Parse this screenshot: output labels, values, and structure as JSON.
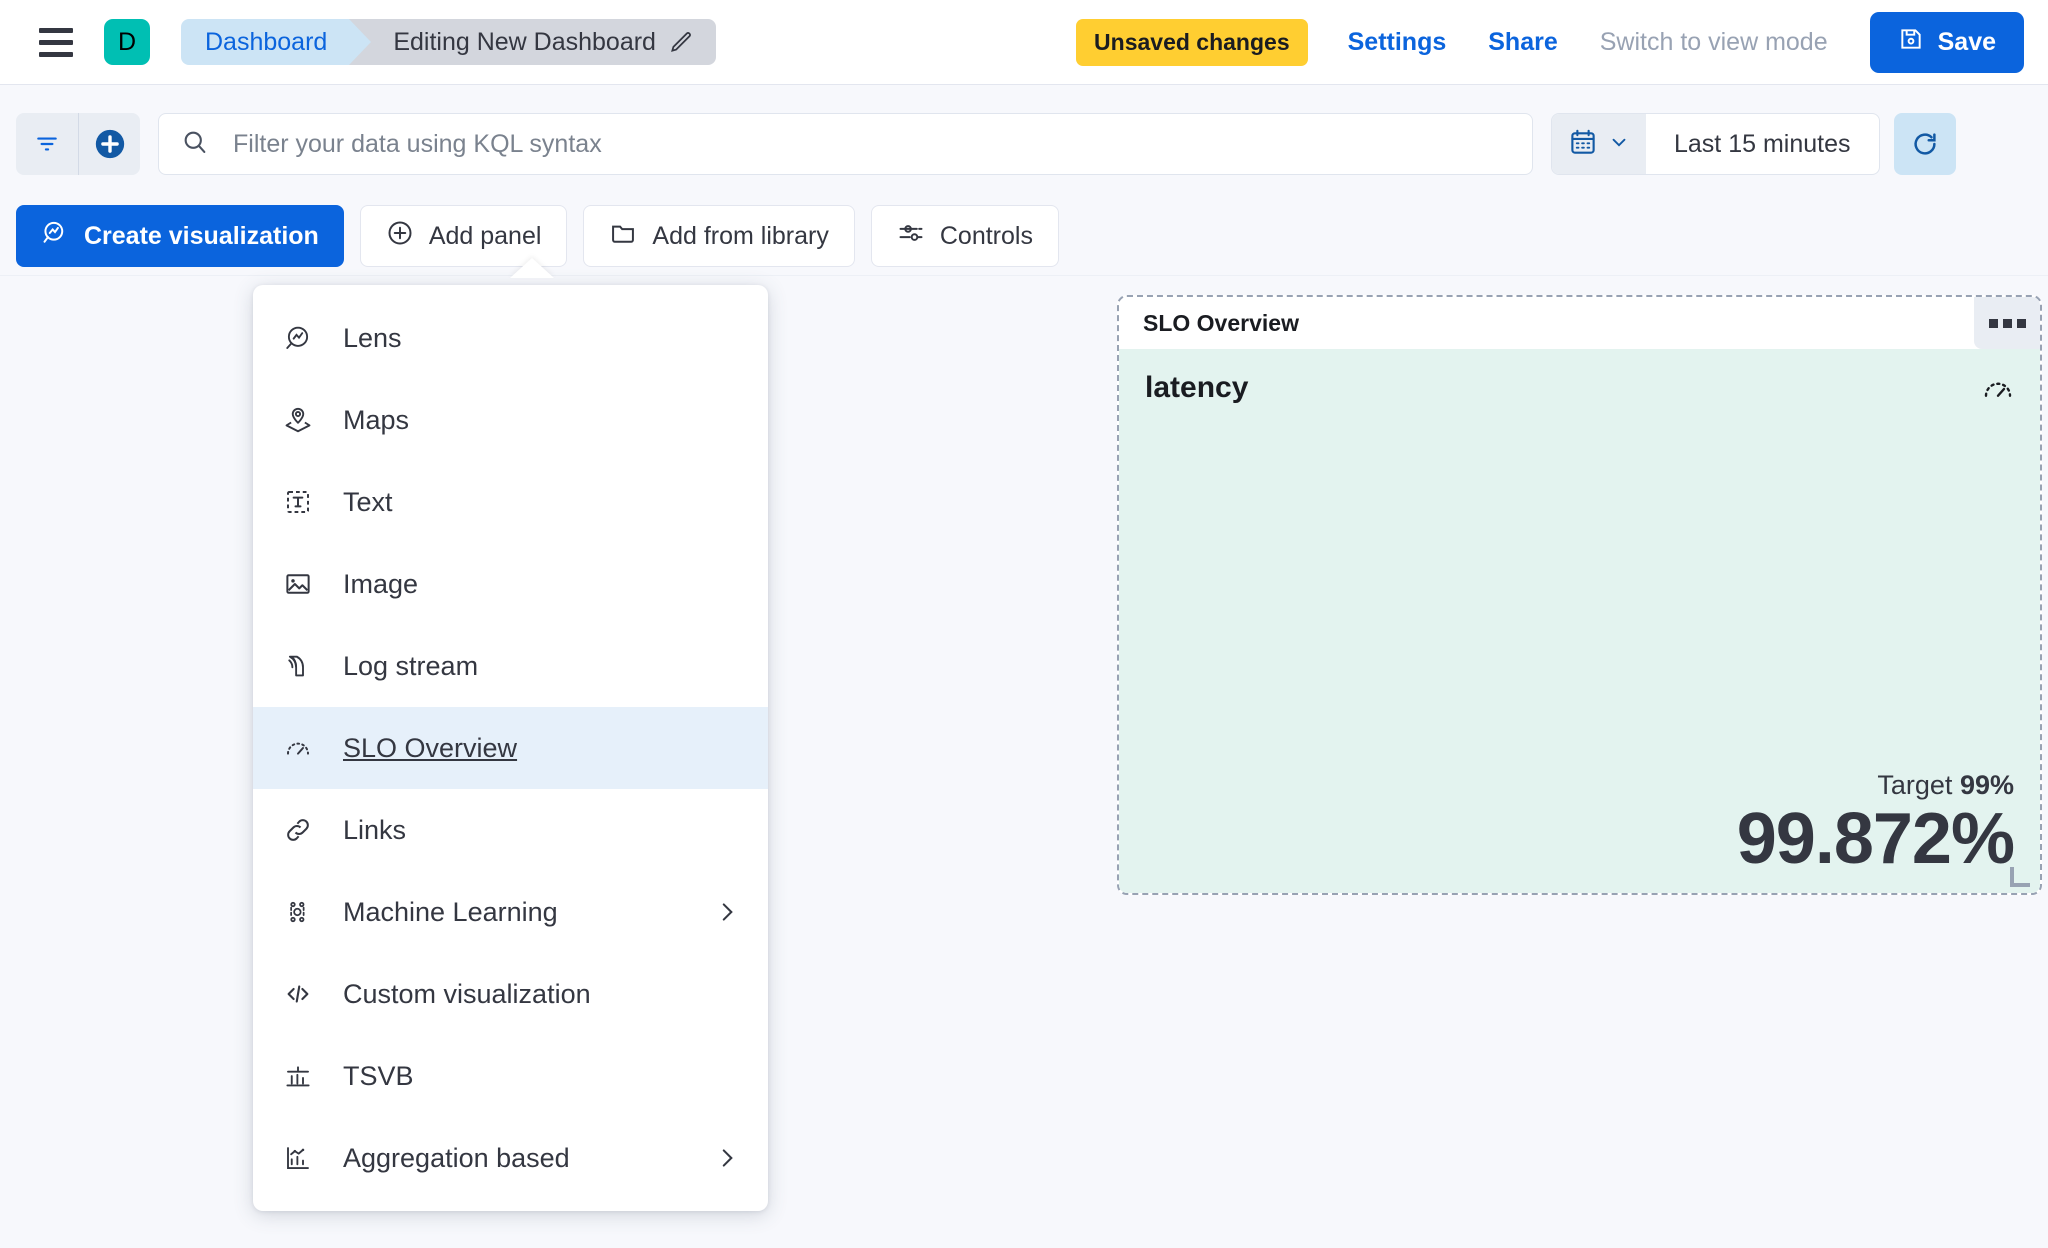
{
  "header": {
    "menu_icon": "hamburger-icon",
    "avatar_initial": "D",
    "avatar_color": "#00BFB3",
    "breadcrumbs": [
      {
        "label": "Dashboard"
      },
      {
        "label": "Editing New Dashboard"
      }
    ],
    "edit_icon": "pencil-icon",
    "unsaved_badge": "Unsaved changes",
    "links": [
      {
        "label": "Settings",
        "muted": false
      },
      {
        "label": "Share",
        "muted": false
      },
      {
        "label": "Switch to view mode",
        "muted": true
      }
    ],
    "save_label": "Save",
    "save_icon": "save-disk-icon",
    "accent_color": "#0B64DD",
    "warning_color": "#FFCE31"
  },
  "querybar": {
    "filter_icon": "filter-icon",
    "add_filter_icon": "plus-circle-icon",
    "search_icon": "search-icon",
    "search_value": "",
    "search_placeholder": "Filter your data using KQL syntax",
    "calendar_icon": "calendar-icon",
    "calendar_chevron": "chevron-down-icon",
    "time_range": "Last 15 minutes",
    "refresh_icon": "refresh-icon"
  },
  "toolbar": {
    "create_visualization": "Create visualization",
    "create_visualization_icon": "lens-icon",
    "add_panel": "Add panel",
    "add_panel_icon": "plus-circle-icon",
    "add_from_library": "Add from library",
    "add_from_library_icon": "folder-icon",
    "controls": "Controls",
    "controls_icon": "sliders-icon"
  },
  "add_panel_menu": {
    "items": [
      {
        "label": "Lens",
        "icon": "lens-icon",
        "has_submenu": false,
        "selected": false
      },
      {
        "label": "Maps",
        "icon": "map-marker-layers-icon",
        "has_submenu": false,
        "selected": false
      },
      {
        "label": "Text",
        "icon": "text-box-icon",
        "has_submenu": false,
        "selected": false
      },
      {
        "label": "Image",
        "icon": "image-icon",
        "has_submenu": false,
        "selected": false
      },
      {
        "label": "Log stream",
        "icon": "log-stream-icon",
        "has_submenu": false,
        "selected": false
      },
      {
        "label": "SLO Overview",
        "icon": "gauge-icon",
        "has_submenu": false,
        "selected": true
      },
      {
        "label": "Links",
        "icon": "link-icon",
        "has_submenu": false,
        "selected": false
      },
      {
        "label": "Machine Learning",
        "icon": "machine-learning-icon",
        "has_submenu": true,
        "selected": false
      },
      {
        "label": "Custom visualization",
        "icon": "code-icon",
        "has_submenu": false,
        "selected": false
      },
      {
        "label": "TSVB",
        "icon": "tsvb-chart-icon",
        "has_submenu": false,
        "selected": false
      },
      {
        "label": "Aggregation based",
        "icon": "aggregation-chart-icon",
        "has_submenu": true,
        "selected": false
      }
    ]
  },
  "slo_panel": {
    "title": "SLO Overview",
    "context_menu_icon": "ellipsis-squares-icon",
    "slo_name": "latency",
    "gauge_icon": "gauge-icon",
    "target_label": "Target",
    "target_value": "99%",
    "current_value": "99.872%",
    "background_color": "#E3F3EF",
    "resize_handle_icon": "resize-corner-icon"
  }
}
